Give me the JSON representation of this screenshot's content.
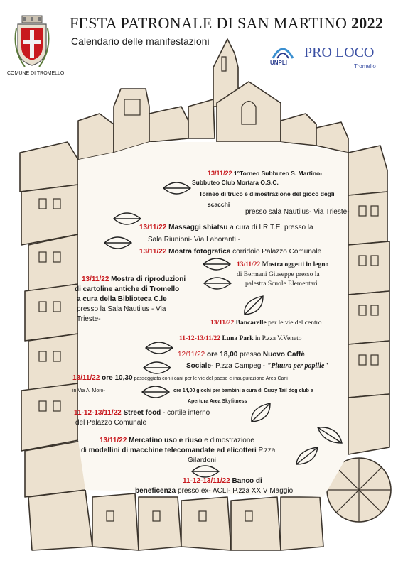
{
  "header": {
    "title": "FESTA PATRONALE DI SAN MARTINO",
    "year": "2022",
    "subtitle": "Calendario delle manifestazioni",
    "comune_label": "COMUNE DI TROMELLO",
    "unpli_label": "UNPLI",
    "proloco_label": "PRO LOCO",
    "proloco_sub": "Tromello"
  },
  "events": {
    "e1": {
      "date": "13/11/22",
      "l1": " 1°Torneo Subbuteo S. Martino-",
      "l2": "Subbuteo Club Mortara O.S.C.",
      "l3": "Torneo di truco e dimostrazione del gioco degli",
      "l4a": "scacchi",
      "l4b": " presso sala Nautilus- Via Trieste-"
    },
    "e2": {
      "date": "13/11/22",
      "bold": " Massaggi shiatsu",
      "rest": " a cura di I.R.T.E. presso la",
      "l2": "Sala Riunioni- Via Laboranti -"
    },
    "e3": {
      "date": "13/11/22",
      "bold": " Mostra fotografica",
      "rest": " corridoio Palazzo Comunale"
    },
    "e4": {
      "date": "13/11/22",
      "bold": " Mostra oggetti in legno",
      "l2": "di Bermani Giuseppe  presso la",
      "l3": "palestra Scuole Elementari"
    },
    "e5": {
      "date": "13/11/22",
      "bold": " Mostra di riproduzioni",
      "l2": "di  cartoline antiche  di Tromello",
      "l3": "a cura della Biblioteca  C.le",
      "l4": "presso la Sala Nautilus - Via",
      "l5": "Trieste-"
    },
    "e6": {
      "date": "13/11/22",
      "bold": " Bancarelle",
      "rest": " per le vie del centro"
    },
    "e7": {
      "date": "11-12-13/11/22",
      "bold": " Luna Park",
      "rest": " in P.zza V.Veneto"
    },
    "e8": {
      "date": "12/11/22",
      "bold1": " ore 18,00",
      "mid": " presso ",
      "bold2": "Nuovo Caffè",
      "l2a": "Sociale",
      "l2b": "- P.zza Campegi-  ",
      "l2c": "\"Pittura per papille\""
    },
    "e9": {
      "date": "13/11/22",
      "bold": " ore 10,30",
      "rest": " passeggiata con i cani  per le vie del paese e inaugurazione Area Cani",
      "l2": "in Via A. Moro-",
      "l2b": "ore 14,00 giochi per bambini a cura di Crazy Tail dog club e",
      "l3": "Apertura Area Skyfitness"
    },
    "e10": {
      "date": "11-12-13/11/22",
      "bold": " Street food",
      "rest": " - cortile interno",
      "l2": "del Palazzo  Comunale"
    },
    "e11": {
      "date": "13/11/22",
      "bold": " Mercatino uso e riuso",
      "rest": " e dimostrazione",
      "l2a": "di ",
      "l2b": "modellini di macchine telecomandate ed elicotteri",
      "l2c": " P.zza",
      "l3": "Gilardoni"
    },
    "e12": {
      "date": "11-12-13/11/22",
      "bold": " Banco di",
      "l2a": "beneficenza",
      "l2b": " presso ex- ACLI- P.zza XXIV Maggio"
    }
  },
  "colors": {
    "date_red": "#c8191e",
    "frame_fill": "#ece1cf",
    "frame_line": "#3b342c",
    "proloco_blue": "#3a4fa3",
    "crest_red": "#c8191e"
  }
}
